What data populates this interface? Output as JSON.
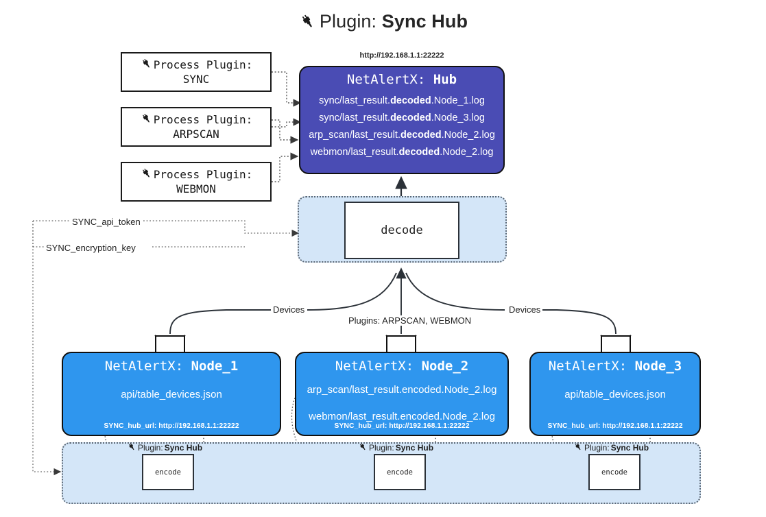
{
  "title": {
    "icon": "plug-icon",
    "prefix": "Plugin:",
    "name": "Sync Hub"
  },
  "process_plugins": [
    {
      "icon": "plug-icon",
      "line1": "Process Plugin:",
      "line2": "SYNC"
    },
    {
      "icon": "plug-icon",
      "line1": "Process Plugin:",
      "line2": "ARPSCAN"
    },
    {
      "icon": "plug-icon",
      "line1": "Process Plugin:",
      "line2": "WEBMON"
    }
  ],
  "hub": {
    "url": "http://192.168.1.1:22222",
    "title_prefix": "NetAlertX:",
    "title_name": "Hub",
    "logs": [
      {
        "pre": "sync/last_result.",
        "mid": "decoded",
        "post": ".Node_1.log"
      },
      {
        "pre": "sync/last_result.",
        "mid": "decoded",
        "post": ".Node_3.log"
      },
      {
        "pre": "arp_scan/last_result.",
        "mid": "decoded",
        "post": ".Node_2.log"
      },
      {
        "pre": "webmon/last_result.",
        "mid": "decoded",
        "post": ".Node_2.log"
      }
    ]
  },
  "decode": {
    "label": "decode"
  },
  "secrets": [
    {
      "label": "SYNC_api_token"
    },
    {
      "label": "SYNC_encryption_key"
    }
  ],
  "edge_labels": {
    "devices_left": "Devices",
    "devices_right": "Devices",
    "plugins_center": "Plugins: ARPSCAN, WEBMON"
  },
  "nodes": [
    {
      "title_prefix": "NetAlertX:",
      "title_name": "Node_1",
      "lines": [
        "api/table_devices.json"
      ],
      "footer": "SYNC_hub_url: http://192.168.1.1:22222",
      "envelope": "envelope-icon"
    },
    {
      "title_prefix": "NetAlertX:",
      "title_name": "Node_2",
      "lines": [
        "arp_scan/last_result.encoded.Node_2.log",
        "webmon/last_result.encoded.Node_2.log"
      ],
      "footer": "SYNC_hub_url: http://192.168.1.1:22222",
      "envelope": "envelope-icon"
    },
    {
      "title_prefix": "NetAlertX:",
      "title_name": "Node_3",
      "lines": [
        "api/table_devices.json"
      ],
      "footer": "SYNC_hub_url: http://192.168.1.1:22222",
      "envelope": "envelope-icon"
    }
  ],
  "plugin_band": {
    "tags": [
      {
        "icon": "plug-icon",
        "prefix": "Plugin:",
        "name": "Sync Hub"
      },
      {
        "icon": "plug-icon",
        "prefix": "Plugin:",
        "name": "Sync Hub"
      },
      {
        "icon": "plug-icon",
        "prefix": "Plugin:",
        "name": "Sync Hub"
      }
    ],
    "encode_label": "encode"
  },
  "colors": {
    "hub_fill": "#4a4cb4",
    "node_fill": "#2f96ee",
    "cluster_fill": "#d4e6f8",
    "stroke": "#101010"
  }
}
